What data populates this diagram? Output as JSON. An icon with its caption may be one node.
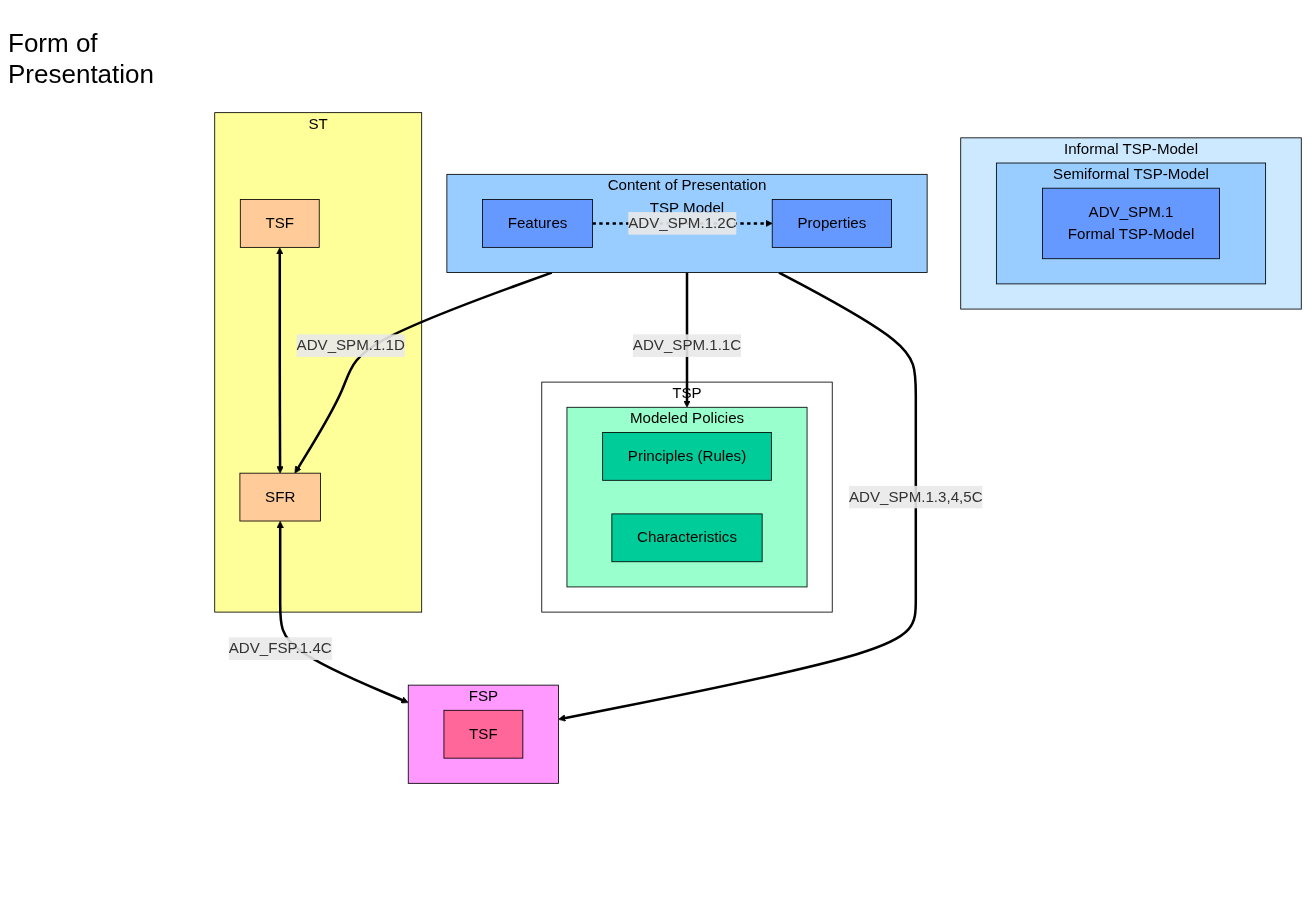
{
  "diagram": {
    "nodes": [
      {
        "text": [
          "Informal TSP-Model"
        ]
      },
      {
        "text": [
          "Semiformal TSP-Model"
        ],
        "in": 0
      },
      {
        "text": [
          "ADV_SPM.1",
          "Formal TSP-Model"
        ],
        "in": 1
      },
      {
        "text": [
          "TSP"
        ]
      },
      {
        "text": [
          "Modeled Policies"
        ],
        "in": 3
      },
      {
        "text": [
          "Principles (Rules)"
        ],
        "in": 4
      },
      {
        "text": [
          "Characteristics"
        ],
        "in": 4
      },
      {
        "text": [
          "Content of Presentation",
          "TSP Model"
        ]
      },
      {
        "text": [
          "Properties"
        ],
        "in": 7
      },
      {
        "text": [
          "Features"
        ],
        "in": 7
      },
      {
        "text": [
          "ST"
        ]
      },
      {
        "text": [
          "TSF"
        ],
        "in": 10
      },
      {
        "text": [
          "SFR"
        ],
        "in": 10
      },
      {
        "text": [
          "FSP"
        ]
      },
      {
        "text": [
          "TSF"
        ],
        "in": 13
      }
    ],
    "edges": [
      {
        "from": 7,
        "to": 4,
        "arrow": "to",
        "label": "ADV_SPM.1.1C"
      },
      {
        "from": 9,
        "to": 8,
        "arrow": "to",
        "label": "ADV_SPM.1.2C",
        "style": "dashed"
      },
      {
        "from": 7,
        "to": 12,
        "arrow": "to",
        "label": "ADV_SPM.1.1D"
      },
      {
        "from": 7,
        "to": 13,
        "arrow": "to",
        "label": "ADV_SPM.1.3,4,5C"
      },
      {
        "from": 11,
        "to": 12,
        "arrow": "both"
      },
      {
        "from": 12,
        "to": 13,
        "arrow": "both",
        "label": "ADV_FSP.1.4C"
      }
    ],
    "labels": [
      "Form of Presentation"
    ]
  }
}
